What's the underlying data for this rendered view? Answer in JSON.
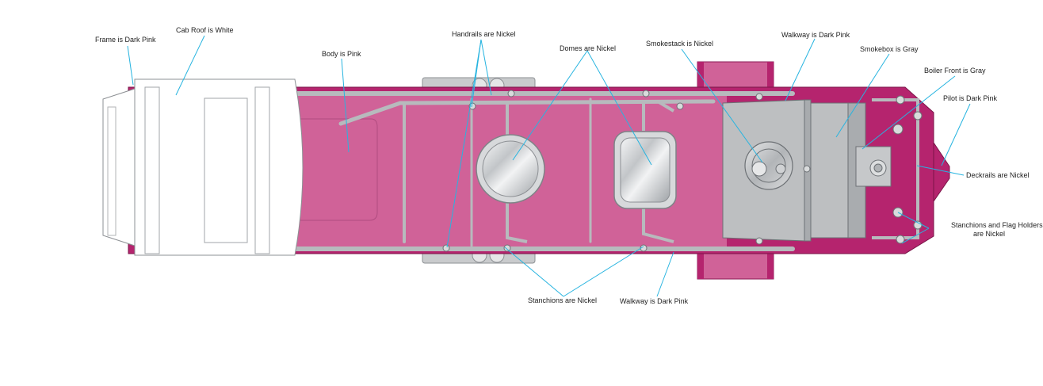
{
  "diagram": {
    "colors": {
      "dark_pink": "#b5246e",
      "pink": "#d06298",
      "nickel": "#b9bcbf",
      "gray": "#bdbfc1",
      "white": "#ffffff",
      "leader": "#27b4e0"
    },
    "labels": {
      "frame": "Frame is Dark Pink",
      "cab_roof": "Cab Roof is White",
      "body": "Body is Pink",
      "handrails": "Handrails are Nickel",
      "domes": "Domes are Nickel",
      "smokestack": "Smokestack is Nickel",
      "walkway_top": "Walkway is Dark Pink",
      "smokebox": "Smokebox is Gray",
      "boiler_front": "Boiler Front is Gray",
      "pilot": "Pilot is Dark Pink",
      "deckrails": "Deckrails are Nickel",
      "flag_holders_line1": "Stanchions and Flag Holders",
      "flag_holders_line2": "are Nickel",
      "stanchions": "Stanchions are Nickel",
      "walkway_bottom": "Walkway is Dark Pink"
    }
  }
}
